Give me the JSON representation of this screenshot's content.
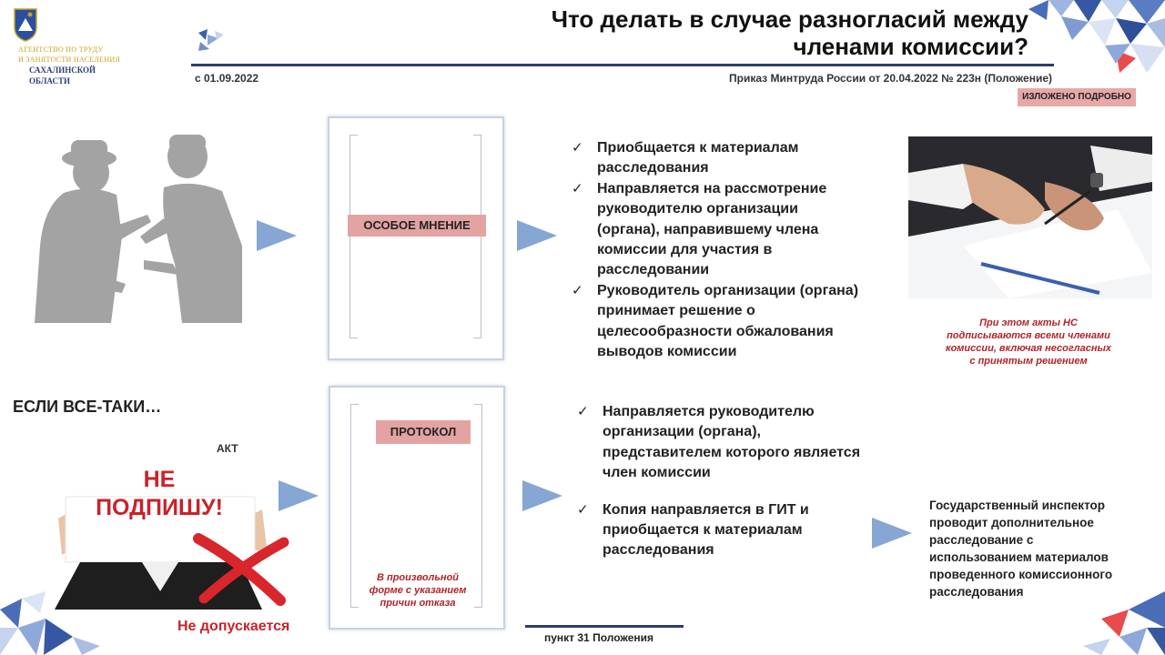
{
  "header": {
    "org_lines": [
      "АГЕНТСТВО ПО ТРУДУ",
      "И ЗАНЯТОСТИ НАСЕЛЕНИЯ",
      "САХАЛИНСКОЙ",
      "ОБЛАСТИ"
    ],
    "title_line1": "Что делать в случае разногласий между",
    "title_line2": "членами комиссии?",
    "date_since": "с 01.09.2022",
    "order_ref": "Приказ Минтруда России от 20.04.2022 № 223н (Положение)",
    "detail_badge": "ИЗЛОЖЕНО ПОДРОБНО"
  },
  "top_section": {
    "frame_label": "ОСОБОЕ МНЕНИЕ",
    "bullets": [
      [
        "Приобщается к материалам",
        "расследования"
      ],
      [
        "Направляется на рассмотрение",
        "руководителю организации",
        "(органа), направившему члена",
        "комиссии для участия в",
        "расследовании"
      ],
      [
        "Руководитель организации (органа)",
        "принимает решение о",
        "целесообразности обжалования",
        "выводов комиссии"
      ]
    ],
    "photo_caption": [
      "При этом акты НС",
      "подписываются всеми членами",
      "комиссии, включая несогласных",
      "с принятым решением"
    ]
  },
  "bottom_section": {
    "heading": "ЕСЛИ ВСЕ-ТАКИ…",
    "act_label": "АКТ",
    "sign_text": [
      "НЕ",
      "ПОДПИШУ!"
    ],
    "not_allowed": "Не допускается",
    "frame_label": "ПРОТОКОЛ",
    "frame_note": [
      "В произвольной",
      "форме с указанием",
      "причин отказа"
    ],
    "bullets": [
      [
        "Направляется руководителю",
        "организации (органа),",
        "представителем которого является",
        "член комиссии"
      ],
      [
        "Копия направляется в ГИТ и",
        "приобщается к материалам",
        "расследования"
      ]
    ],
    "inspector_text": [
      "Государственный инспектор",
      "проводит дополнительное",
      "расследование с",
      "использованием материалов",
      "проведенного комиссионного",
      "расследования"
    ],
    "footer_ref": "пункт 31 Положения"
  },
  "icons": {
    "check": "✓",
    "arrow": "arrow-right-icon"
  },
  "colors": {
    "accent_blue": "#86a6d3",
    "label_pink": "#e3a3a3",
    "warning_red": "#c8232a",
    "rule_navy": "#2b3e70"
  }
}
